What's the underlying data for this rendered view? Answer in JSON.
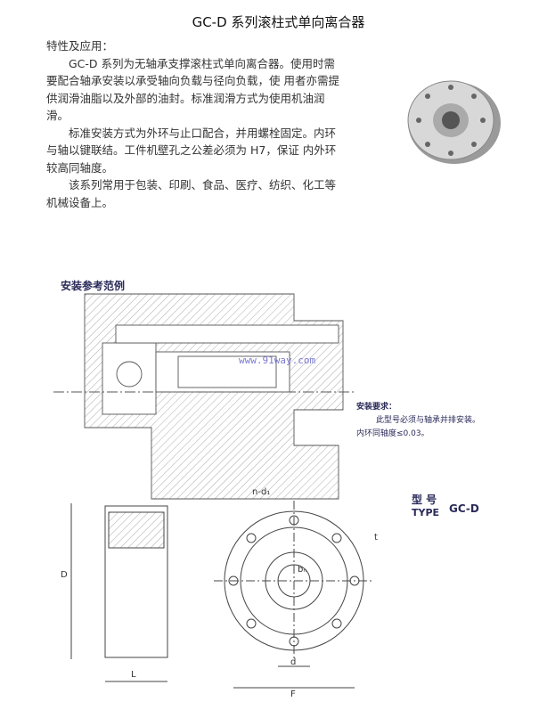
{
  "title": "GC-D 系列滚柱式单向离合器",
  "section_heading": "特性及应用：",
  "paragraphs": [
    "GC-D 系列为无轴承支撑滚柱式单向离合器。使用时需要配合轴承安装以承受轴向负载与径向负载，使 用者亦需提供润滑油脂以及外部的油封。标准润滑方式为使用机油润滑。",
    "标准安装方式为外环与止口配合，并用螺栓固定。内环与轴以键联结。工件机壁孔之公差必须为 H7，保证 内外环较高同轴度。",
    "该系列常用于包装、印刷、食品、医疗、纺织、化工等机械设备上。"
  ],
  "install_example": "安装参考范例",
  "watermark": "www.91way.com",
  "requirements": {
    "heading": "安装要求：",
    "line1": "此型号必须与轴承并排安装。",
    "line2": "内环同轴度≤0.03。"
  },
  "type_block": {
    "cn": "型 号",
    "en": "TYPE",
    "model": "GC-D"
  },
  "dims": {
    "nd1": "n-d₁",
    "D": "D",
    "L": "L",
    "bn": "bₙ",
    "t": "t",
    "d": "d",
    "F": "F"
  }
}
